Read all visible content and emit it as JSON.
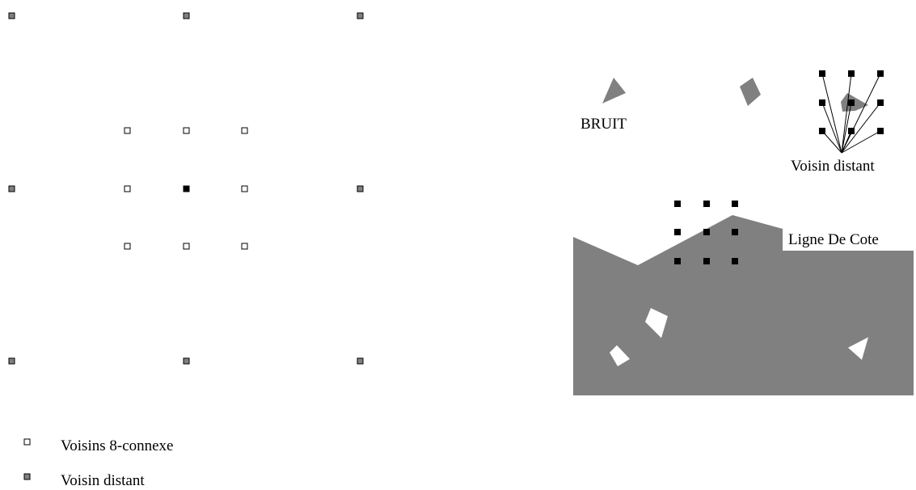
{
  "colors": {
    "gray": "#808080",
    "black": "#000000",
    "white": "#ffffff"
  },
  "grid": {
    "connexe_marker": "hollow-square",
    "center_marker": "black-square",
    "distant_marker": "gray-square"
  },
  "legend": {
    "items": [
      {
        "marker": "hollow-square",
        "label": "Voisins 8-connexe"
      },
      {
        "marker": "gray-square",
        "label": "Voisin distant"
      }
    ]
  },
  "scene": {
    "noise_label": "BRUIT",
    "distant_neighbor_label": "Voisin distant",
    "coastline_label": "Ligne De Cote"
  }
}
